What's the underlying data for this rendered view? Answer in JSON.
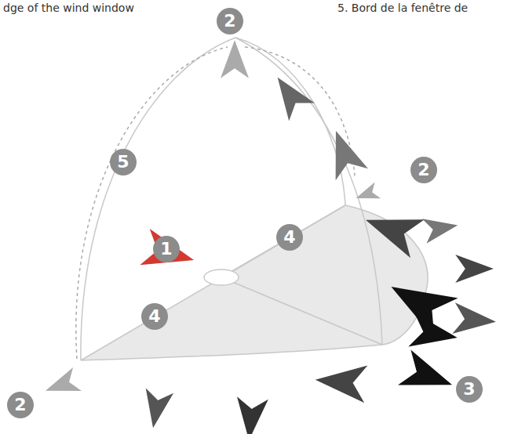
{
  "diagram": {
    "labels": [
      "dge of the wind window",
      "5. Bord de la fenêtre de",
      "2",
      "5",
      "2",
      "1",
      "4",
      "4",
      "2",
      "3"
    ]
  }
}
